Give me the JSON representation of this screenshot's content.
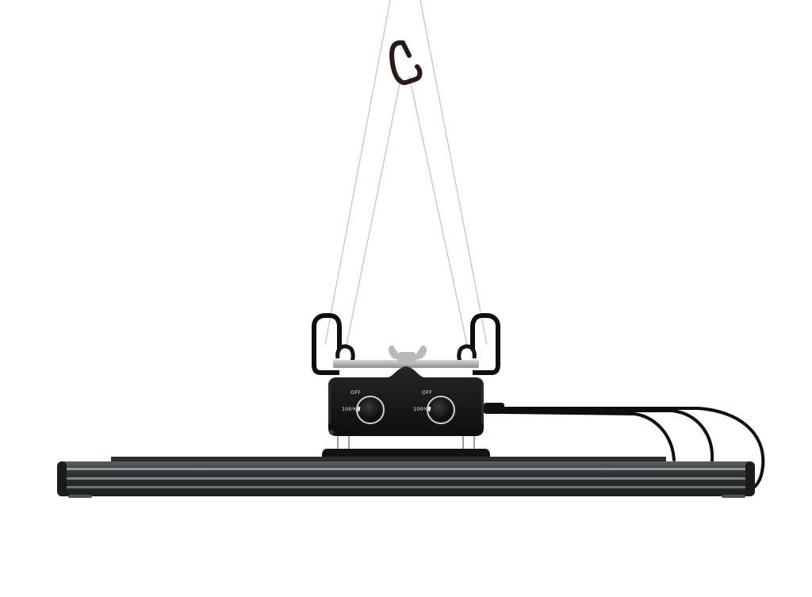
{
  "image": {
    "subject": "LED grow light bar",
    "background_color": "#ffffff"
  },
  "controller": {
    "dials": [
      {
        "label_off": "OFF",
        "label_max": "100%"
      },
      {
        "label_off": "OFF",
        "label_max": "100%"
      }
    ]
  },
  "colors": {
    "housing": "#141414",
    "bar_body": "#3a3d3d",
    "bar_highlight": "#9ea3a3",
    "wing_nut": "#b9b9b9",
    "cable": "#0e0e0e",
    "wire": "#c8c8c8",
    "carabiner": "#2a1a14"
  }
}
